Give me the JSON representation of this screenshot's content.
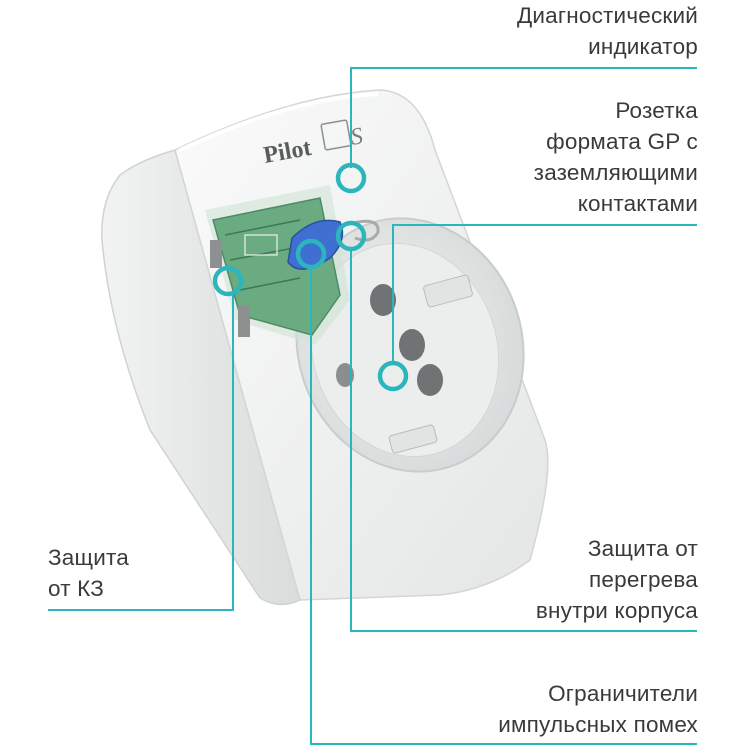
{
  "labels": {
    "diagnostic": [
      "Диагностический",
      "индикатор"
    ],
    "socket": [
      "Розетка",
      "формата GP с",
      "заземляющими",
      "контактами"
    ],
    "overheat": [
      "Защита от",
      "перегрева",
      "внутри корпуса"
    ],
    "surge": [
      "Ограничители",
      "импульсных помех"
    ],
    "short_circuit": [
      "Защита",
      "от КЗ"
    ]
  },
  "product": {
    "brand": "Pilot",
    "model_mark": "S"
  },
  "colors": {
    "callout_line": "#2bb5bd",
    "text": "#3a3a3a",
    "device_body": "#eef0f0",
    "pcb": "#5fa37a",
    "capacitor": "#3f6fd0"
  }
}
